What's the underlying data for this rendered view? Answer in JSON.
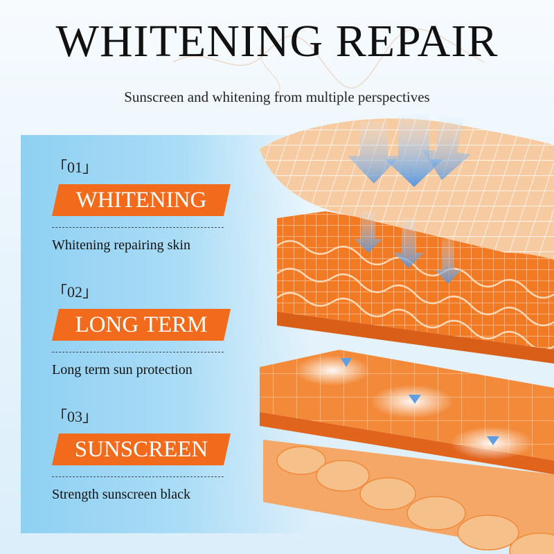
{
  "title": "WHITENING REPAIR",
  "subtitle": "Sunscreen and whitening from multiple perspectives",
  "items": [
    {
      "number": "「01」",
      "label": "WHITENING",
      "description": "Whitening repairing skin"
    },
    {
      "number": "「02」",
      "label": "LONG TERM",
      "description": "Long term sun protection"
    },
    {
      "number": "「03」",
      "label": "SUNSCREEN",
      "description": "Strength sunscreen black"
    }
  ],
  "colors": {
    "accent": "#f26b1d",
    "panel": "#a6daf5",
    "arrow": "#6aa8e6",
    "skin_top": "#f6c9a1",
    "skin_layer": "#f27a25"
  },
  "icons": [
    "down-arrow-icon",
    "skin-layers-illustration"
  ]
}
